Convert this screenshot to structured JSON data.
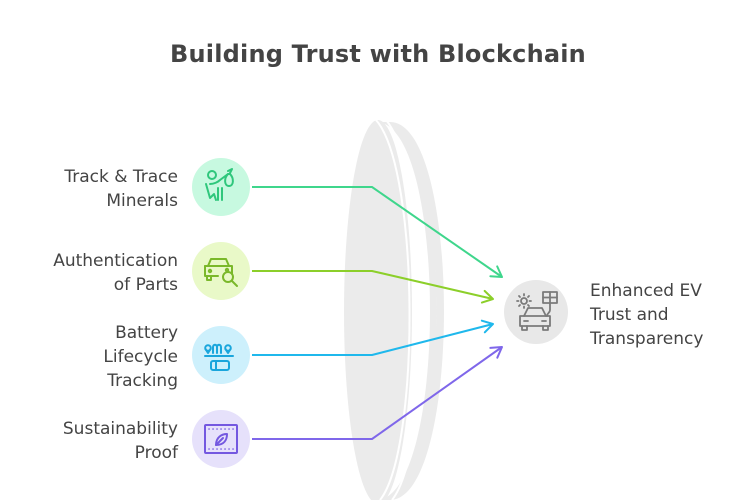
{
  "title": "Building Trust with Blockchain",
  "inputs": [
    {
      "id": "track-trace",
      "label_lines": [
        "Track & Trace",
        "Minerals"
      ],
      "icon": "person-carrying-sack-icon",
      "color": "#3fd68c",
      "bg": "#c7f9e0"
    },
    {
      "id": "authentication",
      "label_lines": [
        "Authentication",
        "of Parts"
      ],
      "icon": "car-magnifier-icon",
      "color": "#8ccf2a",
      "bg": "#e9f9c8"
    },
    {
      "id": "battery",
      "label_lines": [
        "Battery",
        "Lifecycle",
        "Tracking"
      ],
      "icon": "battery-route-icon",
      "color": "#1fb8ec",
      "bg": "#cdf0fc"
    },
    {
      "id": "sustainability",
      "label_lines": [
        "Sustainability",
        "Proof"
      ],
      "icon": "leaf-certificate-icon",
      "color": "#7f67ea",
      "bg": "#e6e1fb"
    }
  ],
  "output": {
    "label_lines": [
      "Enhanced EV",
      "Trust and",
      "Transparency"
    ],
    "icon": "solar-ev-icon",
    "color": "#7a7a7a",
    "bg": "#e8e8e8"
  },
  "lens": {
    "color": "#ebebeb"
  }
}
